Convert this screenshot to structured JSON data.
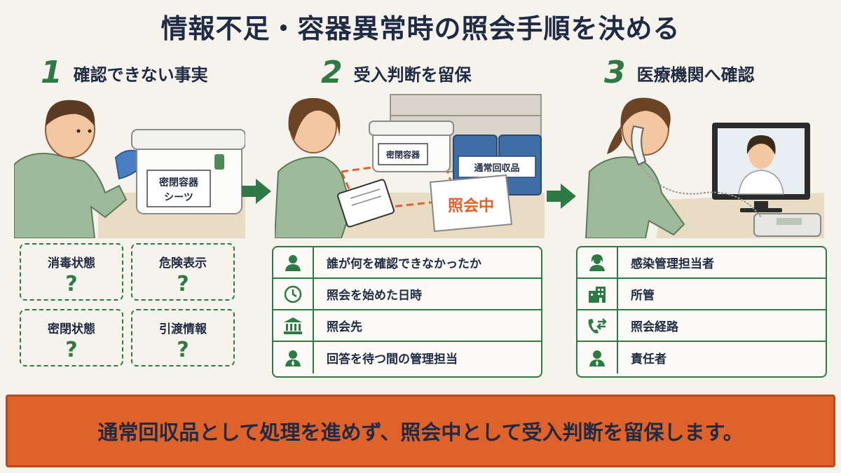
{
  "title": "情報不足・容器異常時の照会手順を決める",
  "steps": [
    {
      "number": "1",
      "title": "確認できない事実",
      "illustration": {
        "box_label_line1": "密閉容器",
        "box_label_line2": "シーツ"
      },
      "items": [
        {
          "label": "消毒状態",
          "mark": "?"
        },
        {
          "label": "危険表示",
          "mark": "?"
        },
        {
          "label": "密閉状態",
          "mark": "?"
        },
        {
          "label": "引渡情報",
          "mark": "?"
        }
      ]
    },
    {
      "number": "2",
      "title": "受入判断を留保",
      "illustration": {
        "box_label_1": "密閉容器",
        "box_label_2": "通常回収品",
        "sign": "照会中"
      },
      "items": [
        {
          "icon": "person-icon",
          "label": "誰が何を確認できなかったか"
        },
        {
          "icon": "clock-icon",
          "label": "照会を始めた日時"
        },
        {
          "icon": "institution-icon",
          "label": "照会先"
        },
        {
          "icon": "manager-icon",
          "label": "回答を待つ間の管理担当"
        }
      ]
    },
    {
      "number": "3",
      "title": "医療機関へ確認",
      "items": [
        {
          "icon": "nurse-icon",
          "label": "感染管理担当者"
        },
        {
          "icon": "building-icon",
          "label": "所管"
        },
        {
          "icon": "phone-transfer-icon",
          "label": "照会経路"
        },
        {
          "icon": "responsible-person-icon",
          "label": "責任者"
        }
      ]
    }
  ],
  "banner": "通常回収品として処理を進めず、照会中として受入判断を留保します。",
  "colors": {
    "green": "#2e7a45",
    "orange": "#e0622b",
    "navy": "#1f2a44",
    "background": "#f6f3ec"
  }
}
